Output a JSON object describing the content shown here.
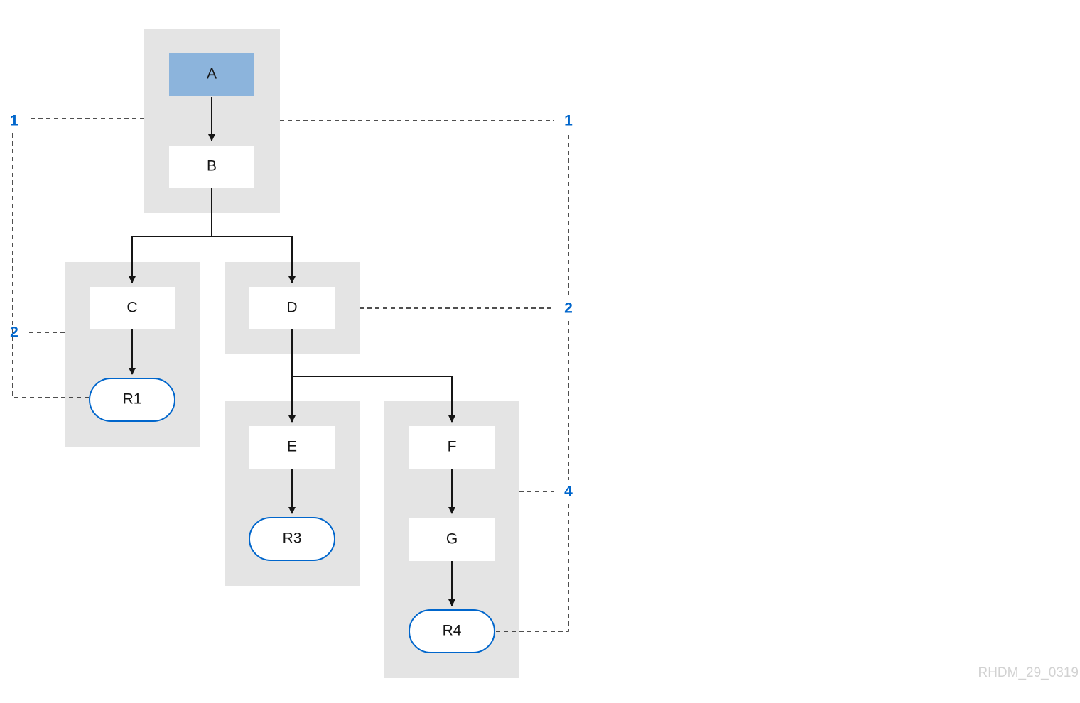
{
  "colors": {
    "group_fill": "#e4e4e4",
    "node_fill": "#ffffff",
    "highlight_fill": "#8cb4dc",
    "result_stroke": "#0066cc",
    "line": "#151515",
    "annotation": "#0066cc",
    "watermark": "#d2d2d2"
  },
  "nodes": {
    "a": "A",
    "b": "B",
    "c": "C",
    "d": "D",
    "e": "E",
    "f": "F",
    "g": "G",
    "r1": "R1",
    "r3": "R3",
    "r4": "R4"
  },
  "annotations": {
    "left_1": "1",
    "left_2": "2",
    "right_1": "1",
    "right_2": "2",
    "right_4": "4"
  },
  "watermark": "RHDM_29_0319"
}
